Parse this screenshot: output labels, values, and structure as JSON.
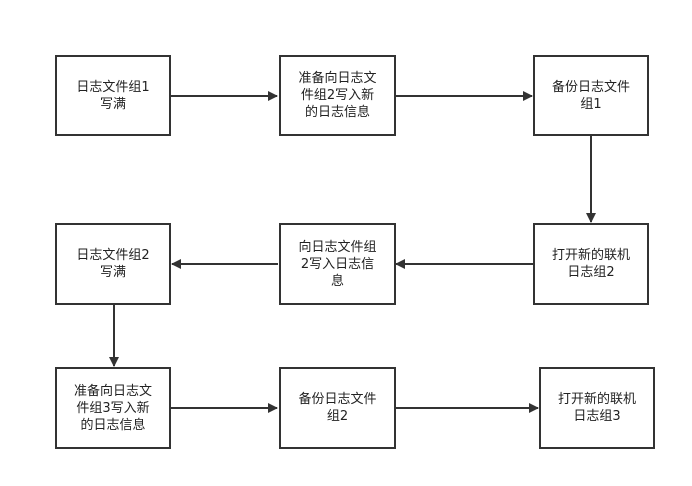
{
  "diagram": {
    "nodes": [
      {
        "id": "n1",
        "label": "日志文件组1\n写满"
      },
      {
        "id": "n2",
        "label": "准备向日志文\n件组2写入新\n的日志信息"
      },
      {
        "id": "n3",
        "label": "备份日志文件\n组1"
      },
      {
        "id": "n4",
        "label": "打开新的联机\n日志组2"
      },
      {
        "id": "n5",
        "label": "向日志文件组\n2写入日志信\n息"
      },
      {
        "id": "n6",
        "label": "日志文件组2\n写满"
      },
      {
        "id": "n7",
        "label": "准备向日志文\n件组3写入新\n的日志信息"
      },
      {
        "id": "n8",
        "label": "备份日志文件\n组2"
      },
      {
        "id": "n9",
        "label": "打开新的联机\n日志组3"
      }
    ],
    "edges": [
      {
        "from": "n1",
        "to": "n2"
      },
      {
        "from": "n2",
        "to": "n3"
      },
      {
        "from": "n3",
        "to": "n4"
      },
      {
        "from": "n4",
        "to": "n5"
      },
      {
        "from": "n5",
        "to": "n6"
      },
      {
        "from": "n6",
        "to": "n7"
      },
      {
        "from": "n7",
        "to": "n8"
      },
      {
        "from": "n8",
        "to": "n9"
      }
    ]
  }
}
